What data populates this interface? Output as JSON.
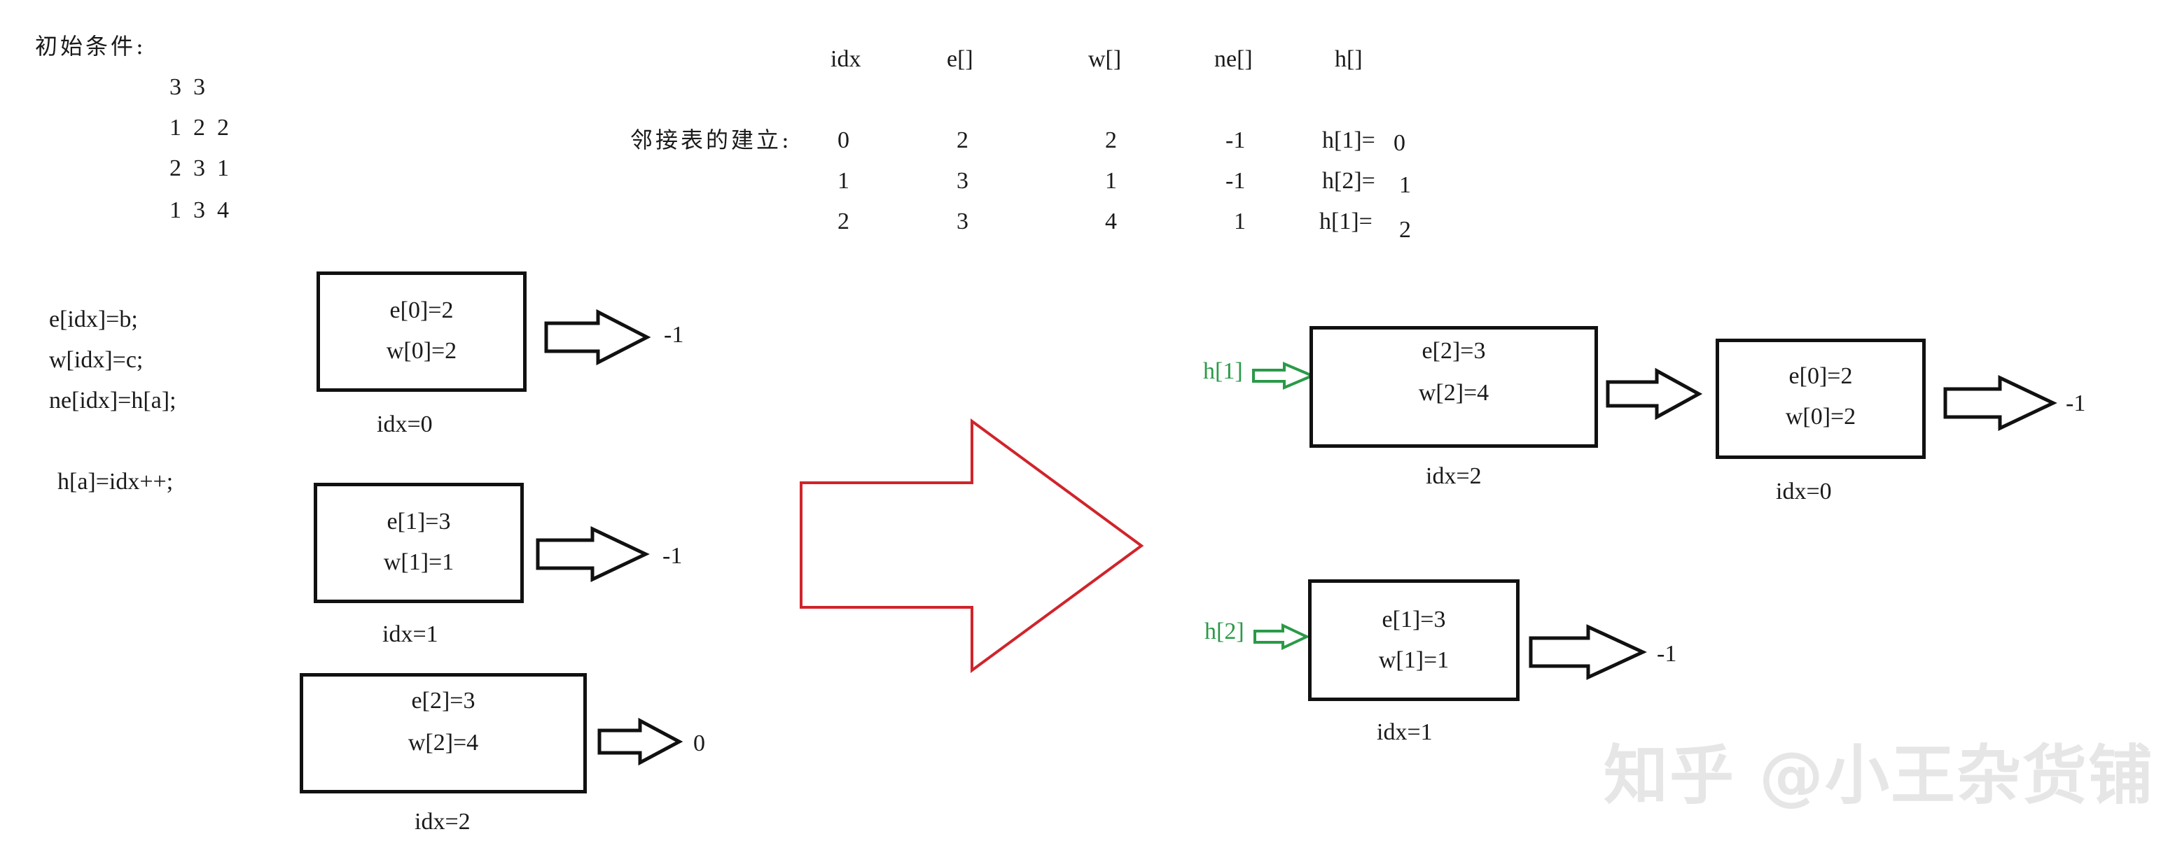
{
  "initial": {
    "title": "初始条件:",
    "lines": [
      "3  3",
      "1  2  2",
      "2  3  1",
      "1  3  4"
    ]
  },
  "code": {
    "lines": [
      "e[idx]=b;",
      "w[idx]=c;",
      "ne[idx]=h[a];",
      "h[a]=idx++;"
    ]
  },
  "table": {
    "label": "邻接表的建立:",
    "headers": [
      "idx",
      "e[]",
      "w[]",
      "ne[]",
      "h[]"
    ],
    "rows": [
      {
        "idx": "0",
        "e": "2",
        "w": "2",
        "ne": "-1",
        "h_label": "h[1]=",
        "h_val": "0"
      },
      {
        "idx": "1",
        "e": "3",
        "w": "1",
        "ne": "-1",
        "h_label": "h[2]=",
        "h_val": "1"
      },
      {
        "idx": "2",
        "e": "3",
        "w": "4",
        "ne": "1",
        "h_label": "h[1]=",
        "h_val": "2"
      }
    ]
  },
  "left_nodes": [
    {
      "e": "e[0]=2",
      "w": "w[0]=2",
      "idx": "idx=0",
      "next": "-1"
    },
    {
      "e": "e[1]=3",
      "w": "w[1]=1",
      "idx": "idx=1",
      "next": "-1"
    },
    {
      "e": "e[2]=3",
      "w": "w[2]=4",
      "idx": "idx=2",
      "next": "0"
    }
  ],
  "right_lists": [
    {
      "head": "h[1]",
      "nodes": [
        {
          "e": "e[2]=3",
          "w": "w[2]=4",
          "idx": "idx=2"
        },
        {
          "e": "e[0]=2",
          "w": "w[0]=2",
          "idx": "idx=0"
        }
      ],
      "end": "-1"
    },
    {
      "head": "h[2]",
      "nodes": [
        {
          "e": "e[1]=3",
          "w": "w[1]=1",
          "idx": "idx=1"
        }
      ],
      "end": "-1"
    }
  ],
  "colors": {
    "big_arrow": "#d0242b",
    "head_label": "#2a9a48",
    "box_border": "#111111"
  },
  "watermark": "知乎 @小王杂货铺"
}
